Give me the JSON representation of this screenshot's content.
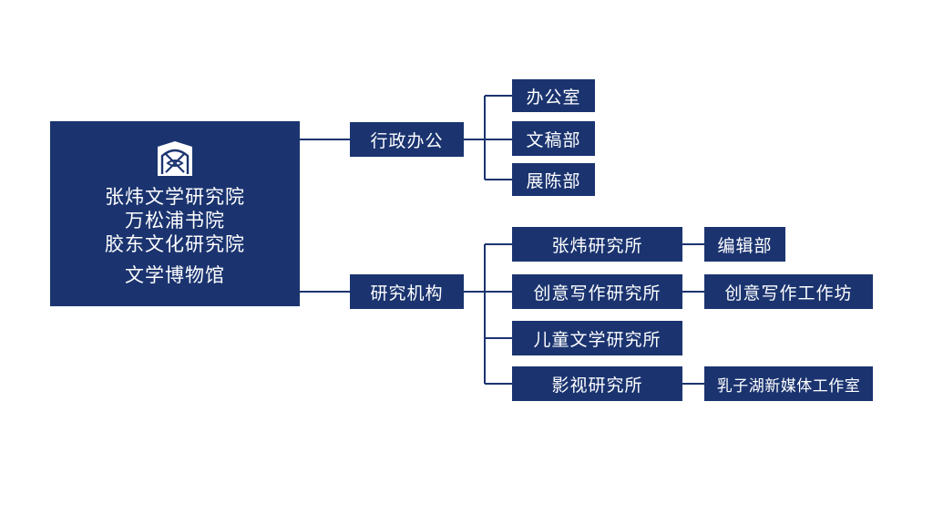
{
  "root": {
    "lines": [
      "张炜文学研究院",
      "万松浦书院",
      "胶东文化研究院",
      "文学博物馆"
    ],
    "logo_icon": "institute-emblem-icon"
  },
  "admin": {
    "label": "行政办公",
    "children": [
      "办公室",
      "文稿部",
      "展陈部"
    ]
  },
  "research": {
    "label": "研究机构",
    "children": [
      {
        "label": "张炜研究所",
        "sub": "编辑部"
      },
      {
        "label": "创意写作研究所",
        "sub": "创意写作工作坊"
      },
      {
        "label": "儿童文学研究所",
        "sub": ""
      },
      {
        "label": "影视研究所",
        "sub": "乳子湖新媒体工作室"
      }
    ]
  },
  "colors": {
    "box": "#1b3470",
    "text": "#ffffff",
    "line": "#1b3470"
  }
}
